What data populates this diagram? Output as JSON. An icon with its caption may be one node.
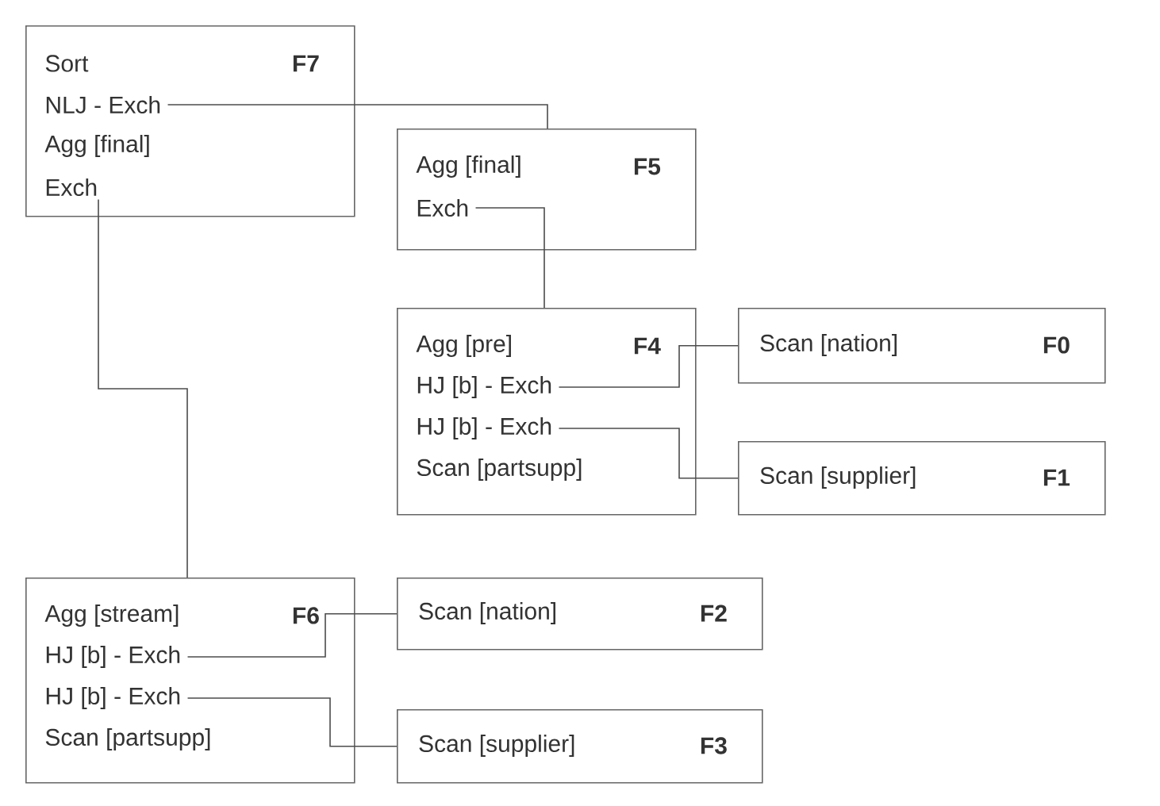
{
  "diagram": {
    "nodes": [
      {
        "text": [
          "F7"
        ]
      },
      {
        "text": [
          "Sort"
        ],
        "in": 0
      },
      {
        "text": [
          "NLJ - Exch"
        ],
        "in": 0
      },
      {
        "text": [
          "Agg [final]"
        ],
        "in": 0
      },
      {
        "text": [
          "Exch"
        ],
        "in": 0
      },
      {
        "text": [
          "F5"
        ]
      },
      {
        "text": [
          "Agg [final]"
        ],
        "in": 5
      },
      {
        "text": [
          "Exch"
        ],
        "in": 5
      },
      {
        "text": [
          "F4"
        ]
      },
      {
        "text": [
          "Agg [pre]"
        ],
        "in": 8
      },
      {
        "text": [
          "HJ [b] - Exch"
        ],
        "in": 8
      },
      {
        "text": [
          "HJ [b] - Exch"
        ],
        "in": 8
      },
      {
        "text": [
          "Scan [partsupp]"
        ],
        "in": 8
      },
      {
        "text": [
          "Scan [nation]",
          "F0"
        ]
      },
      {
        "text": [
          "Scan [supplier]",
          "F1"
        ]
      },
      {
        "text": [
          "F6"
        ]
      },
      {
        "text": [
          "Agg [stream]"
        ],
        "in": 15
      },
      {
        "text": [
          "HJ [b] - Exch"
        ],
        "in": 15
      },
      {
        "text": [
          "HJ [b] - Exch"
        ],
        "in": 15
      },
      {
        "text": [
          "Scan [partsupp]"
        ],
        "in": 15
      },
      {
        "text": [
          "Scan [nation]",
          "F2"
        ]
      },
      {
        "text": [
          "Scan [supplier]",
          "F3"
        ]
      }
    ],
    "edges": [
      {
        "from": 2,
        "to": 5,
        "arrow": "none"
      },
      {
        "from": 7,
        "to": 8,
        "arrow": "none"
      },
      {
        "from": 10,
        "to": 13,
        "arrow": "none"
      },
      {
        "from": 11,
        "to": 14,
        "arrow": "none"
      },
      {
        "from": 4,
        "to": 15,
        "arrow": "none"
      },
      {
        "from": 17,
        "to": 20,
        "arrow": "none"
      },
      {
        "from": 18,
        "to": 21,
        "arrow": "none"
      }
    ]
  }
}
